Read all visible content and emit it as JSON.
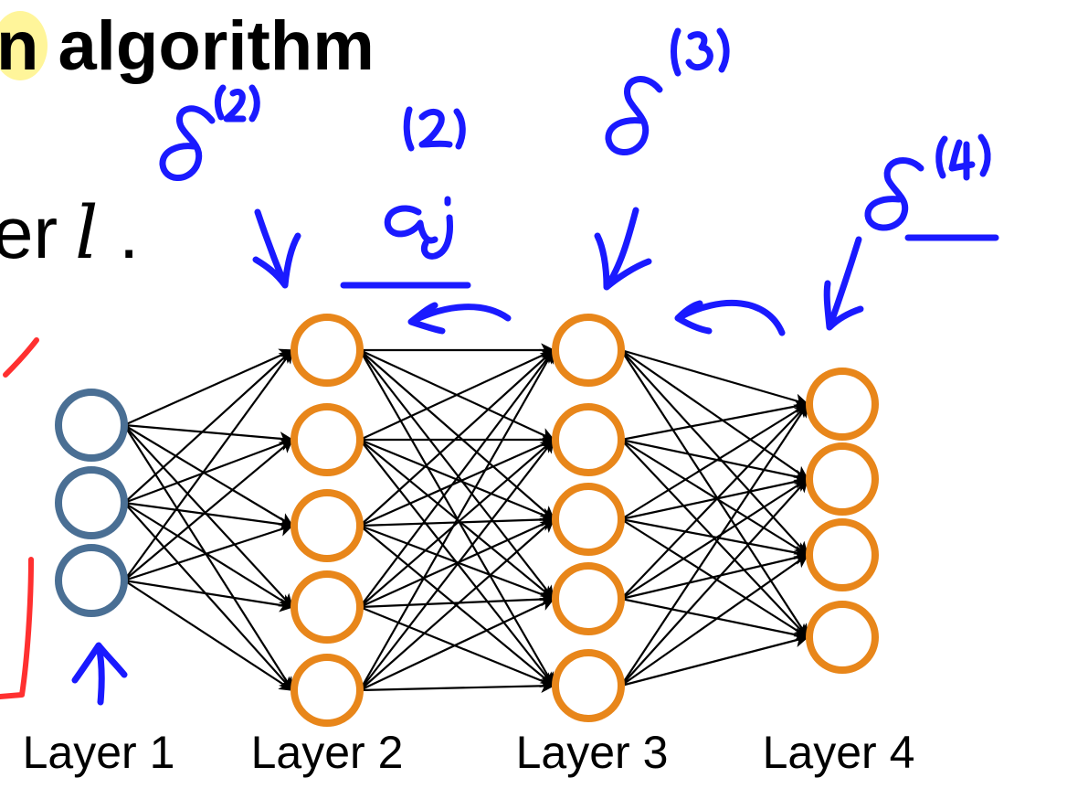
{
  "title": {
    "text": "n algorithm"
  },
  "body": {
    "partial_word": "er",
    "math_var": "l",
    "period": "."
  },
  "network": {
    "layers": [
      {
        "label": "Layer 1",
        "units": 3,
        "color": "#4a6f94"
      },
      {
        "label": "Layer 2",
        "units": 5,
        "color": "#e8861a"
      },
      {
        "label": "Layer 3",
        "units": 5,
        "color": "#e8861a"
      },
      {
        "label": "Layer 4",
        "units": 4,
        "color": "#e8861a"
      }
    ]
  },
  "colors": {
    "ink_blue": "#1a1aff",
    "ink_red": "#ff3030",
    "highlight": "#fff59a",
    "connection": "#000000"
  },
  "annotations": [
    "delta-2-handwritten",
    "a-j-l-handwritten",
    "delta-3-handwritten",
    "delta-4-handwritten",
    "backprop-curved-arrows",
    "input-up-arrow",
    "red-bracket"
  ]
}
